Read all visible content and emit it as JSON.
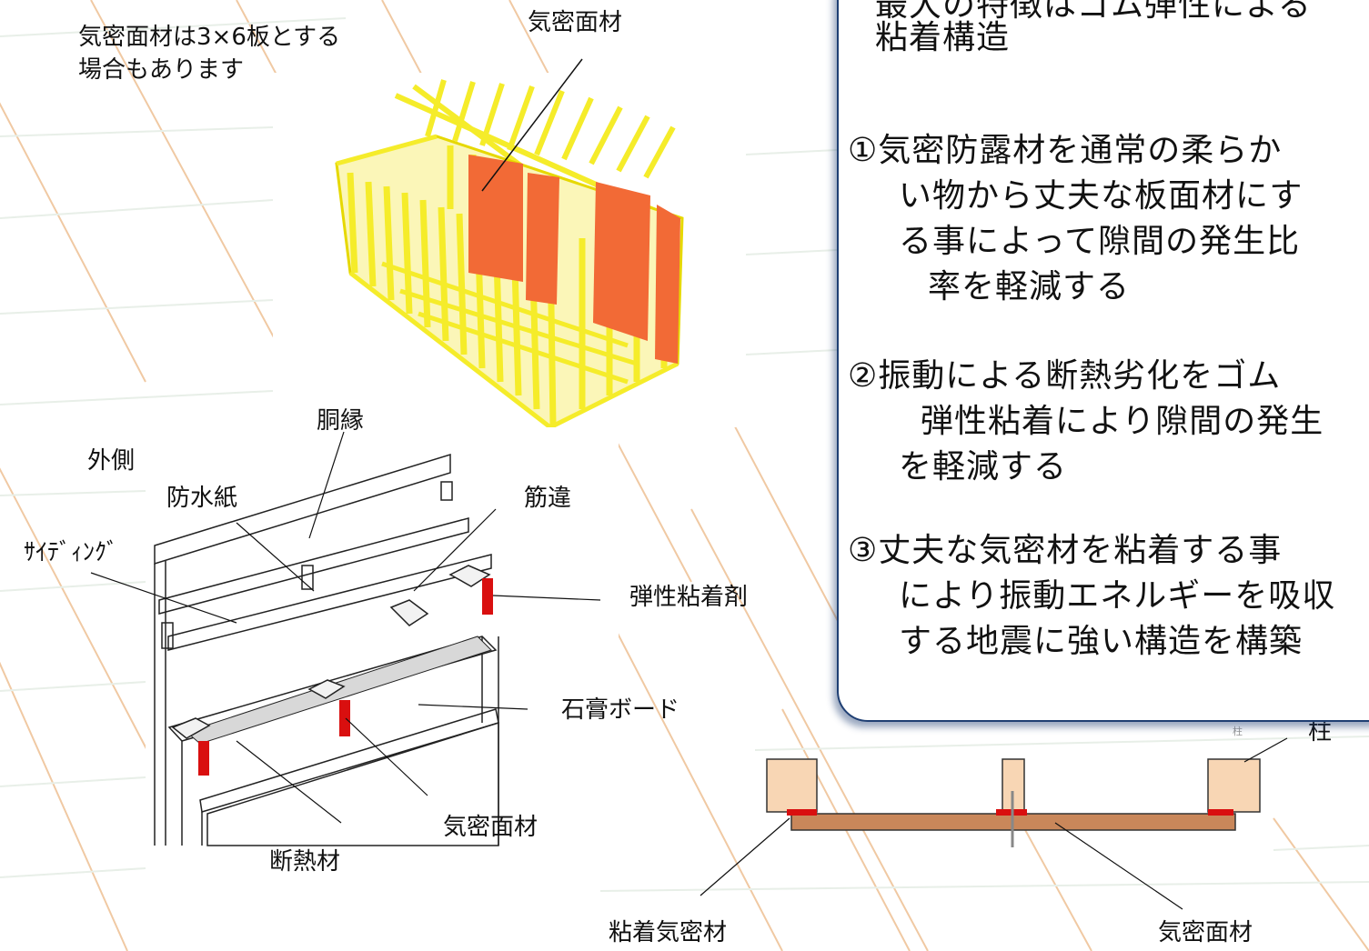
{
  "colors": {
    "frame_yellow": "#f5ec2a",
    "airtight_panel": "#f26a36",
    "adhesive_red": "#d90f0f",
    "wood_post": "#f8d6b4",
    "wood_board": "#c9875a",
    "panel_border": "#1f3f73",
    "bg_stripes": "#f0c9a3"
  },
  "top_figure": {
    "note_line1": "気密面材は3×6板とする",
    "note_line2": "場合もあります",
    "callout": "気密面材"
  },
  "wall_section": {
    "labels": {
      "dobuchi": "胴縁",
      "outside": "外側",
      "waterproof_paper": "防水紙",
      "bracing": "筋違",
      "siding": "ｻｲﾃﾞｨﾝｸﾞ",
      "elastic_adhesive": "弾性粘着剤",
      "gypsum_board": "石膏ボード",
      "airtight_panel": "気密面材",
      "insulation": "断熱材"
    }
  },
  "plan_section": {
    "labels": {
      "post": "柱",
      "post_small": "柱",
      "adhesive_airtight": "粘着気密材",
      "airtight_panel": "気密面材"
    }
  },
  "info_panel": {
    "lines": [
      "最大の特徴はゴム弾性による",
      "粘着構造",
      "①気密防露材を通常の柔らか",
      "い物から丈夫な板面材にす",
      "る事によって隙間の発生比",
      "率を軽減する",
      "②振動による断熱劣化をゴム",
      "弾性粘着により隙間の発生",
      "を軽減する",
      "③丈夫な気密材を粘着する事",
      "により振動エネルギーを吸収",
      "する地震に強い構造を構築"
    ]
  }
}
